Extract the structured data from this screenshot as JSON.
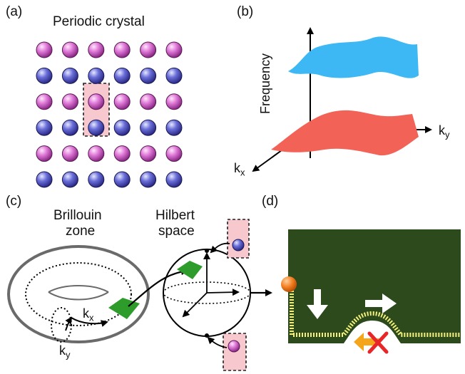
{
  "panels": {
    "a": {
      "letter": "(a)",
      "title": "Periodic crystal",
      "colors": {
        "pink_atom": "#d14fc8",
        "blue_atom": "#4a4cc0",
        "unit_cell": "#f7c9cf"
      }
    },
    "b": {
      "letter": "(b)",
      "axis_vertical": "Frequency",
      "axis_kx": "k",
      "axis_kx_sub": "x",
      "axis_ky": "k",
      "axis_ky_sub": "y",
      "colors": {
        "upper_band": "#3db8f5",
        "lower_band": "#f26256"
      }
    },
    "c": {
      "letter": "(c)",
      "brillouin_line1": "Brillouin",
      "brillouin_line2": "zone",
      "hilbert_line1": "Hilbert",
      "hilbert_line2": "space",
      "kx": "k",
      "kx_sub": "x",
      "ky": "k",
      "ky_sub": "y",
      "colors": {
        "patch": "#2e9c2a"
      }
    },
    "d": {
      "letter": "(d)",
      "colors": {
        "background": "#2d4a1d",
        "edge": "#f2f07a",
        "particle": "#f07a1a",
        "blocked": "#e8262a",
        "back_arrow": "#f5a51c"
      }
    }
  }
}
